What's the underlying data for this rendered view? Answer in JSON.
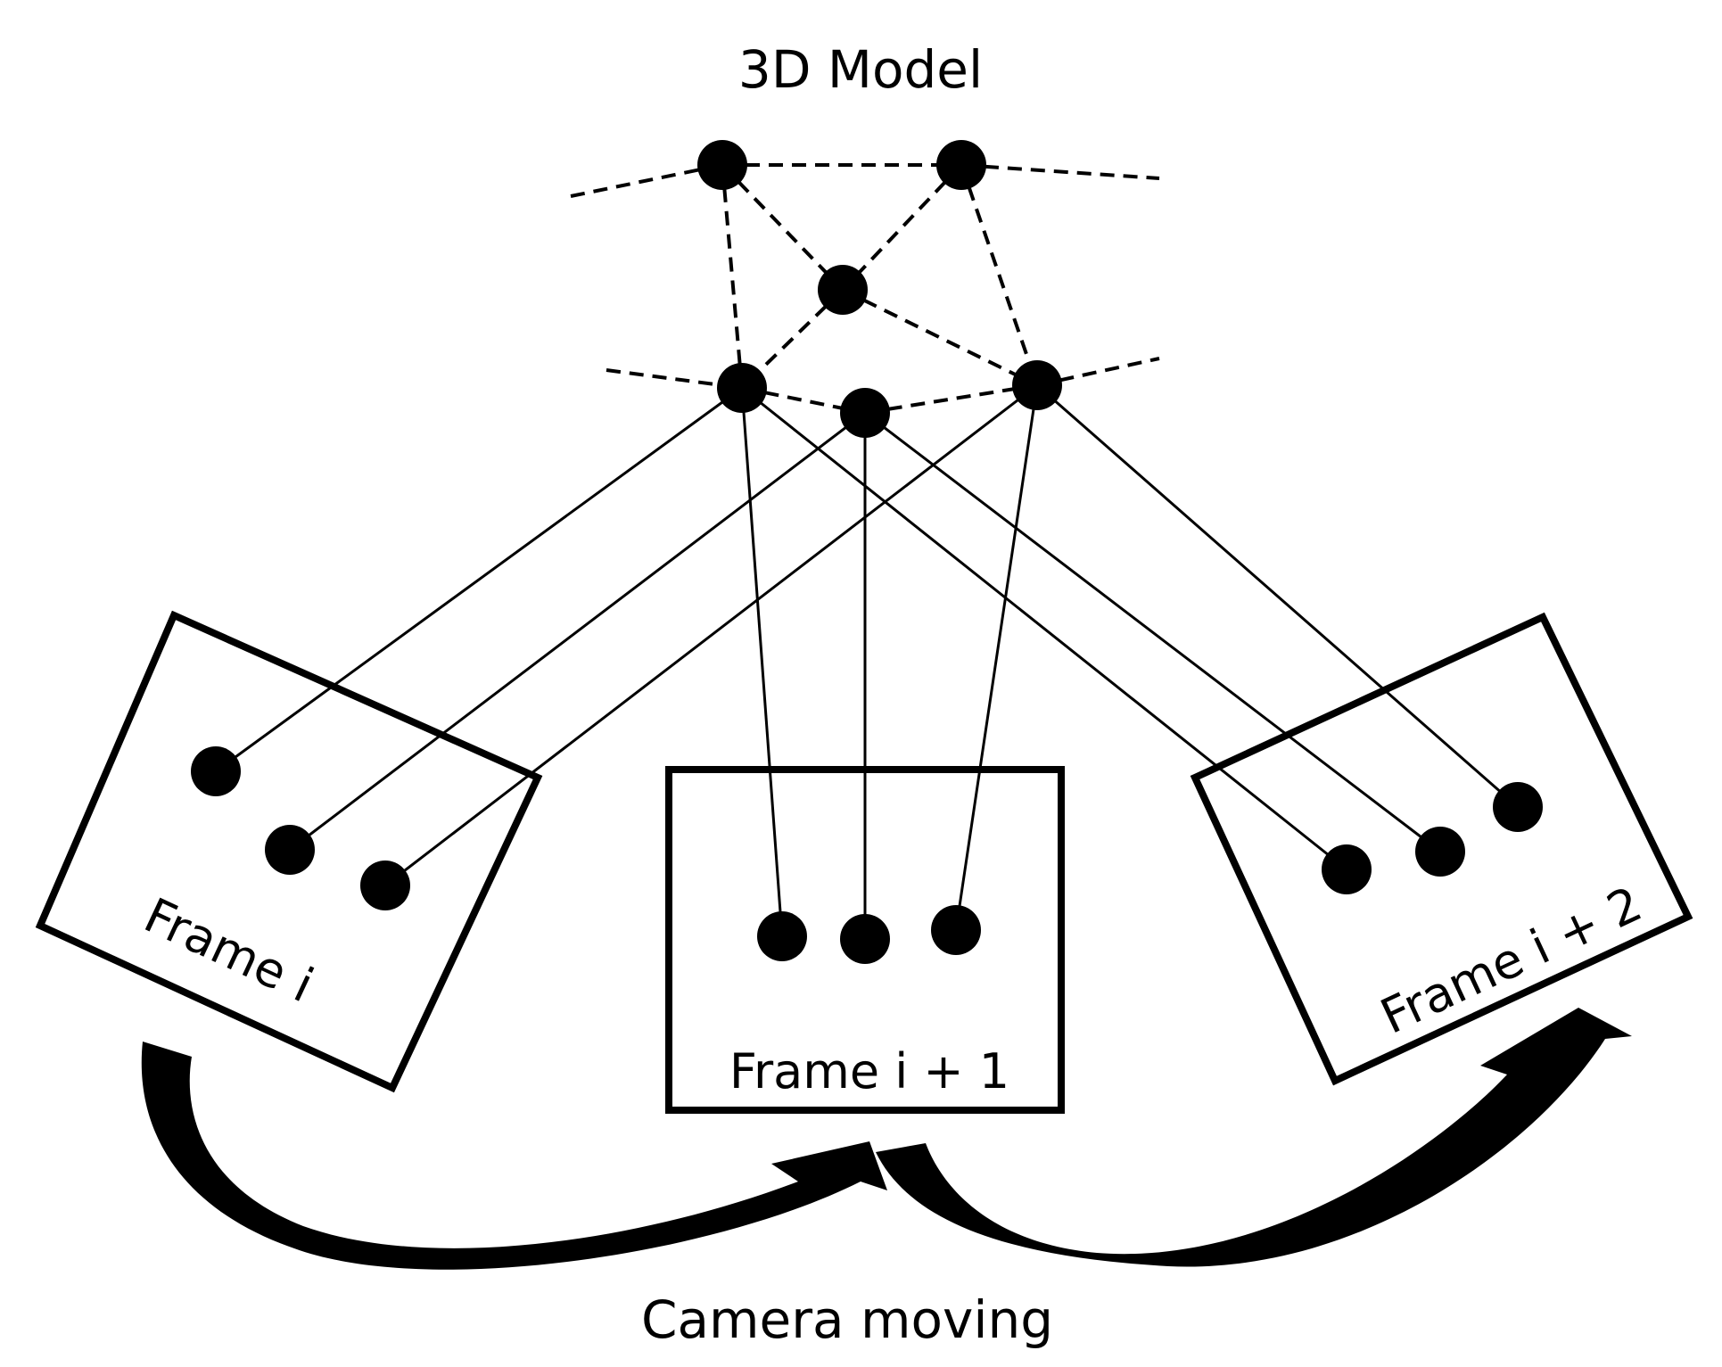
{
  "diagram": {
    "title": "3D Model",
    "frames": [
      {
        "label": "Frame i"
      },
      {
        "label": "Frame i + 1"
      },
      {
        "label": "Frame i + 2"
      }
    ],
    "caption": "Camera moving"
  },
  "colors": {
    "ink": "#000000",
    "background": "#ffffff"
  }
}
